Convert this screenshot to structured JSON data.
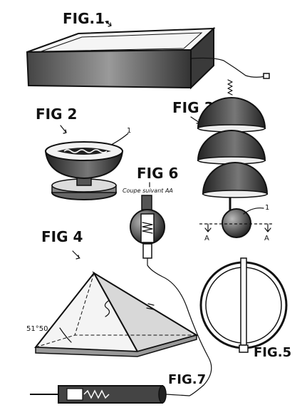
{
  "figures": {
    "fig1": {
      "label": "FIG.1."
    },
    "fig2": {
      "label": "FIG 2",
      "marker": "1"
    },
    "fig3": {
      "label": "FIG 3",
      "marker": "1",
      "section_left": "A",
      "section_right": "A"
    },
    "fig4": {
      "label": "FIG 4",
      "angle": "51°50"
    },
    "fig5": {
      "label": "FIG.5"
    },
    "fig6": {
      "label": "FIG 6",
      "caption": "Coupe suivant AA"
    },
    "fig7": {
      "label": "FIG.7"
    }
  },
  "colors": {
    "ink": "#111111",
    "paper": "#ffffff",
    "shade": "#555555"
  }
}
